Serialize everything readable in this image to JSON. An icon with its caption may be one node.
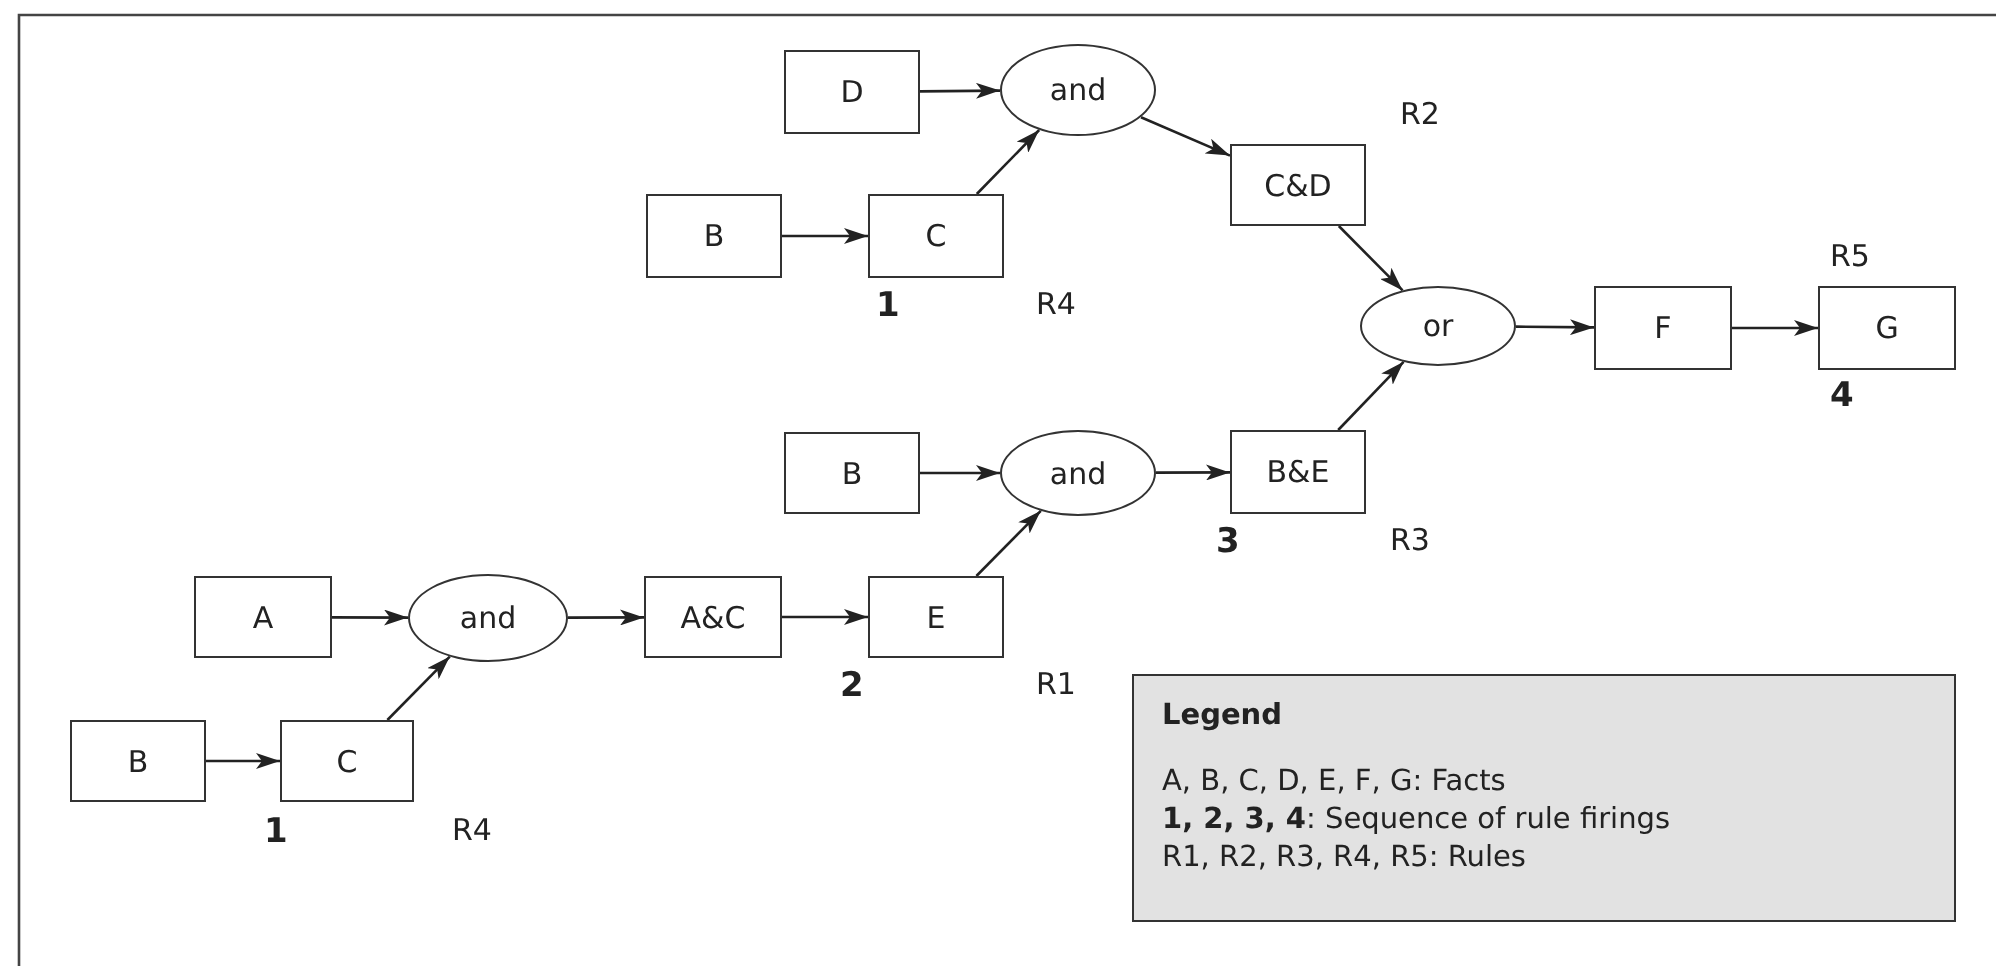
{
  "diagram": {
    "nodes": [
      {
        "text": [
          "D"
        ]
      },
      {
        "text": [
          "and"
        ]
      },
      {
        "text": [
          "B"
        ]
      },
      {
        "text": [
          "C"
        ],
        "beside": [
          "1",
          "R4"
        ]
      },
      {
        "text": [
          "C&D"
        ],
        "beside": [
          "R2"
        ]
      },
      {
        "text": [
          "or"
        ]
      },
      {
        "text": [
          "F"
        ]
      },
      {
        "text": [
          "G"
        ],
        "beside": [
          "R5",
          "4"
        ]
      },
      {
        "text": [
          "B"
        ]
      },
      {
        "text": [
          "and"
        ]
      },
      {
        "text": [
          "B&E"
        ],
        "beside": [
          "3",
          "R3"
        ]
      },
      {
        "text": [
          "A"
        ]
      },
      {
        "text": [
          "and"
        ]
      },
      {
        "text": [
          "A&C"
        ]
      },
      {
        "text": [
          "E"
        ],
        "beside": [
          "2",
          "R1"
        ]
      },
      {
        "text": [
          "B"
        ]
      },
      {
        "text": [
          "C"
        ],
        "beside": [
          "1",
          "R4"
        ]
      },
      {
        "text": [
          "Legend",
          "A, B, C, D, E, F, G: Facts",
          "**1, 2, 3, 4**: Sequence of rule firings",
          "R1, R2, R3, R4, R5: Rules"
        ]
      }
    ],
    "edges": [
      {
        "from": 0,
        "to": 1,
        "arrow": "to"
      },
      {
        "from": 2,
        "to": 3,
        "arrow": "to"
      },
      {
        "from": 3,
        "to": 1,
        "arrow": "to"
      },
      {
        "from": 1,
        "to": 4,
        "arrow": "to"
      },
      {
        "from": 4,
        "to": 5,
        "arrow": "to"
      },
      {
        "from": 5,
        "to": 6,
        "arrow": "to"
      },
      {
        "from": 6,
        "to": 7,
        "arrow": "to"
      },
      {
        "from": 8,
        "to": 9,
        "arrow": "to"
      },
      {
        "from": 9,
        "to": 10,
        "arrow": "to"
      },
      {
        "from": 10,
        "to": 5,
        "arrow": "to"
      },
      {
        "from": 11,
        "to": 12,
        "arrow": "to"
      },
      {
        "from": 12,
        "to": 13,
        "arrow": "to"
      },
      {
        "from": 13,
        "to": 14,
        "arrow": "to"
      },
      {
        "from": 14,
        "to": 9,
        "arrow": "to"
      },
      {
        "from": 15,
        "to": 16,
        "arrow": "to"
      },
      {
        "from": 16,
        "to": 12,
        "arrow": "to"
      }
    ]
  }
}
